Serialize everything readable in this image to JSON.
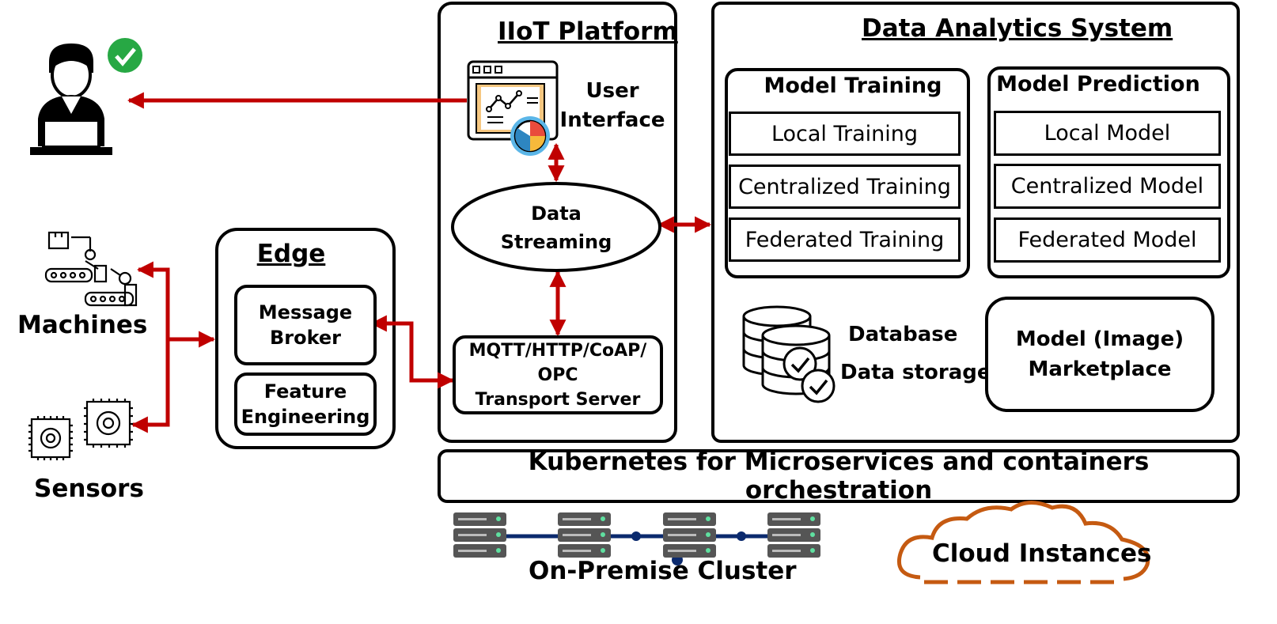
{
  "colors": {
    "accent": "#c00000",
    "check": "#27a844",
    "cloud": "#c55a11",
    "cluster_link": "#0b2a6e"
  },
  "user": {
    "icon": "user-laptop-icon",
    "status_icon": "green-check-icon"
  },
  "machines": {
    "label": "Machines",
    "icon": "robot-arm-conveyor-icon"
  },
  "sensors": {
    "label": "Sensors",
    "icon": "chip-gear-icon"
  },
  "edge": {
    "title": "Edge",
    "message_broker": "Message\nBroker",
    "feature_engineering": "Feature\nEngineering"
  },
  "iiot": {
    "title": "IIoT Platform",
    "user_interface": "User\nInterface",
    "data_streaming": "Data\nStreaming",
    "transport_server": "MQTT/HTTP/CoAP/\nOPC\nTransport Server"
  },
  "analytics": {
    "title": "Data Analytics System",
    "model_training": {
      "title": "Model Training",
      "items": [
        "Local Training",
        "Centralized Training",
        "Federated Training"
      ]
    },
    "model_prediction": {
      "title": "Model Prediction",
      "items": [
        "Local Model",
        "Centralized Model",
        "Federated Model"
      ]
    },
    "database": "Database",
    "data_storage": "Data storage",
    "marketplace": "Model (Image)\nMarketplace"
  },
  "kubernetes": "Kubernetes for Microservices and containers orchestration",
  "on_premise": "On-Premise Cluster",
  "cloud": "Cloud Instances"
}
